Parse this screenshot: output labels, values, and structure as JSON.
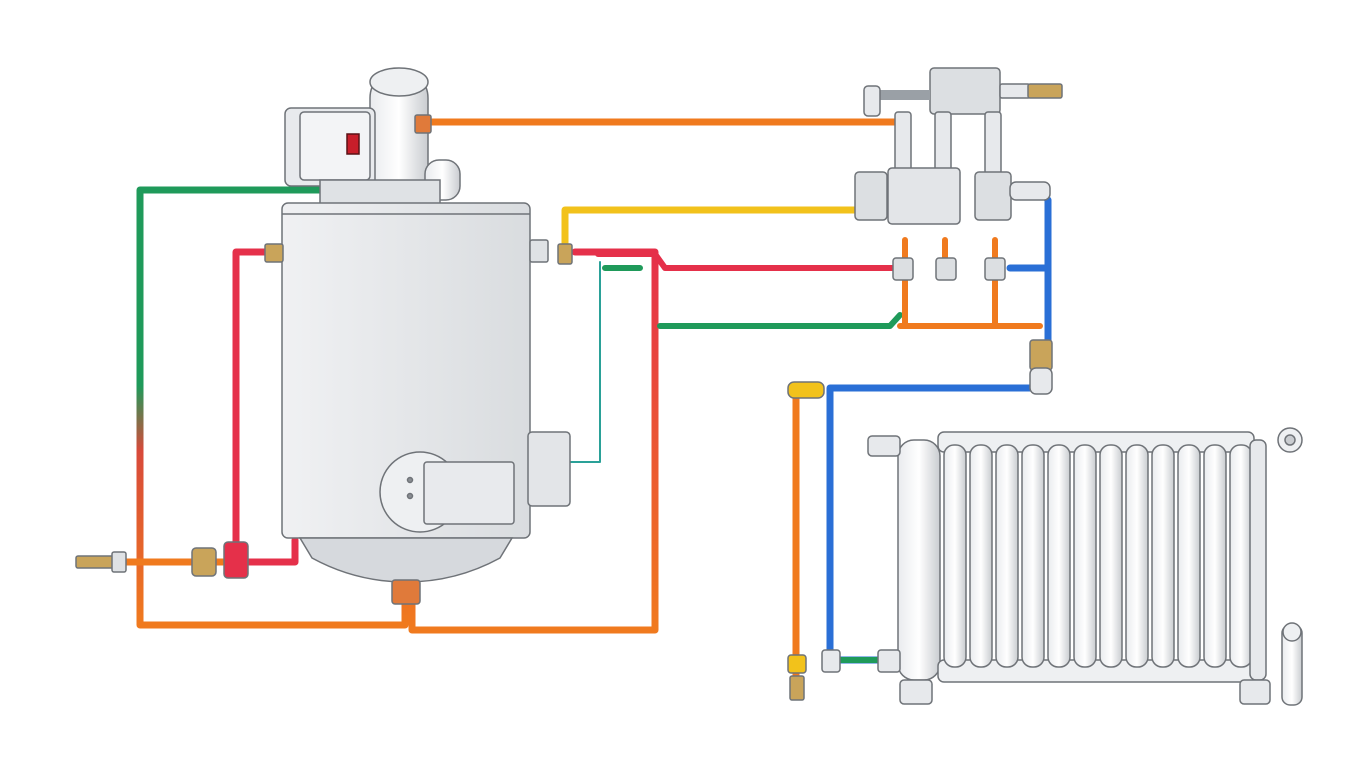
{
  "diagram": {
    "colors": {
      "background": "#ffffff",
      "outline": "#6f7378",
      "body_fill": "#e4e6e9",
      "body_shade": "#cfd2d6",
      "switch_red": "#c81e2a",
      "brass": "#c9a45a",
      "pipe_orange": "#f07a1e",
      "pipe_red": "#e5304a",
      "pipe_green": "#1f9a5a",
      "pipe_blue": "#2a6fd6",
      "pipe_yellow": "#f2c21b",
      "pipe_teal": "#2aa198"
    },
    "components": [
      {
        "id": "boiler",
        "icon": "boiler-icon"
      },
      {
        "id": "burner-housing",
        "icon": "burner-icon"
      },
      {
        "id": "control-box",
        "icon": "control-box-icon"
      },
      {
        "id": "manifold",
        "icon": "valve-manifold-icon"
      },
      {
        "id": "radiator",
        "icon": "radiator-icon"
      },
      {
        "id": "inlet-valve",
        "icon": "valve-icon"
      }
    ],
    "pipe_colors_used": [
      "orange",
      "red",
      "green",
      "blue",
      "yellow",
      "teal"
    ]
  }
}
